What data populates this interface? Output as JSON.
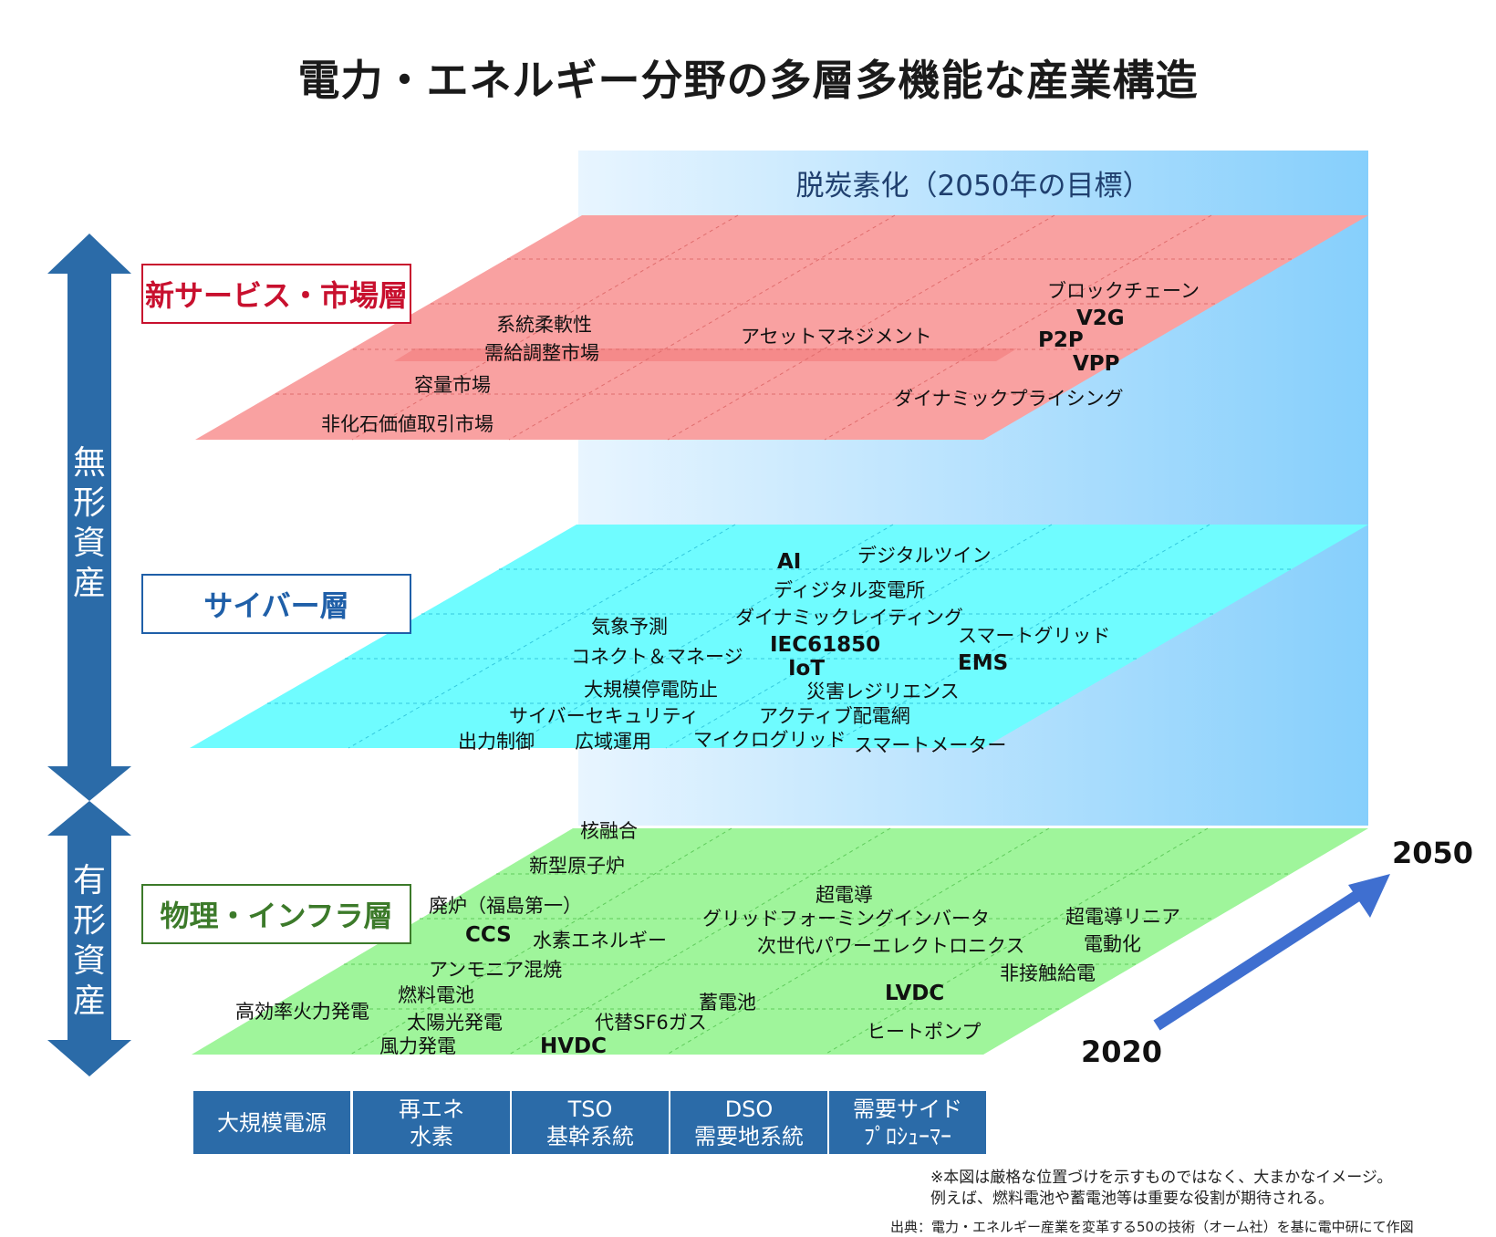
{
  "title": "電力・エネルギー分野の多層多機能な産業構造",
  "goal": {
    "label": "脱炭素化（2050年の目標）"
  },
  "axis": {
    "intangible": "無形資産",
    "tangible": "有形資産"
  },
  "layers": {
    "service": {
      "name": "新サービス・市場層",
      "color": "#f9a1a1",
      "items": [
        "系統柔軟性",
        "需給調整市場",
        "容量市場",
        "非化石価値取引市場",
        "アセットマネジメント",
        "ブロックチェーン",
        "V2G",
        "P2P",
        "VPP",
        "ダイナミックプライシング"
      ]
    },
    "cyber": {
      "name": "サイバー層",
      "color": "#6ffcff",
      "items": [
        "AI",
        "デジタルツイン",
        "ディジタル変電所",
        "ダイナミックレイティング",
        "気象予測",
        "スマートグリッド",
        "IEC61850",
        "コネクト＆マネージ",
        "IoT",
        "EMS",
        "大規模停電防止",
        "災害レジリエンス",
        "サイバーセキュリティ",
        "アクティブ配電網",
        "出力制御",
        "広域運用",
        "マイクログリッド",
        "スマートメーター"
      ]
    },
    "physical": {
      "name": "物理・インフラ層",
      "color": "#9ff59b",
      "items": [
        "核融合",
        "新型原子炉",
        "廃炉（福島第一）",
        "超電導",
        "グリッドフォーミングインバータ",
        "超電導リニア",
        "CCS",
        "水素エネルギー",
        "次世代パワーエレクトロニクス",
        "電動化",
        "アンモニア混焼",
        "非接触給電",
        "燃料電池",
        "高効率火力発電",
        "LVDC",
        "蓄電池",
        "太陽光発電",
        "代替SF6ガス",
        "ヒートポンプ",
        "風力発電",
        "HVDC"
      ]
    }
  },
  "categories": [
    {
      "line1": "大規模電源",
      "line2": ""
    },
    {
      "line1": "再エネ",
      "line2": "水素"
    },
    {
      "line1": "TSO",
      "line2": "基幹系統"
    },
    {
      "line1": "DSO",
      "line2": "需要地系統"
    },
    {
      "line1": "需要サイド",
      "line2": "ﾌﾟﾛｼｭｰﾏｰ"
    }
  ],
  "timeline": {
    "start": "2020",
    "end": "2050"
  },
  "notes": {
    "line1": "※本図は厳格な位置づけを示すものではなく、大まかなイメージ。",
    "line2": "例えば、燃料電池や蓄電池等は重要な役割が期待される。"
  },
  "source": "出典：電力・エネルギー産業を変革する50の技術（オーム社）を基に電中研にて作図",
  "colors": {
    "arrow": "#2b6ba8",
    "timeline_arrow": "#3f6fd0",
    "goal_left": "#e8f5ff",
    "goal_right": "#86cffc"
  }
}
